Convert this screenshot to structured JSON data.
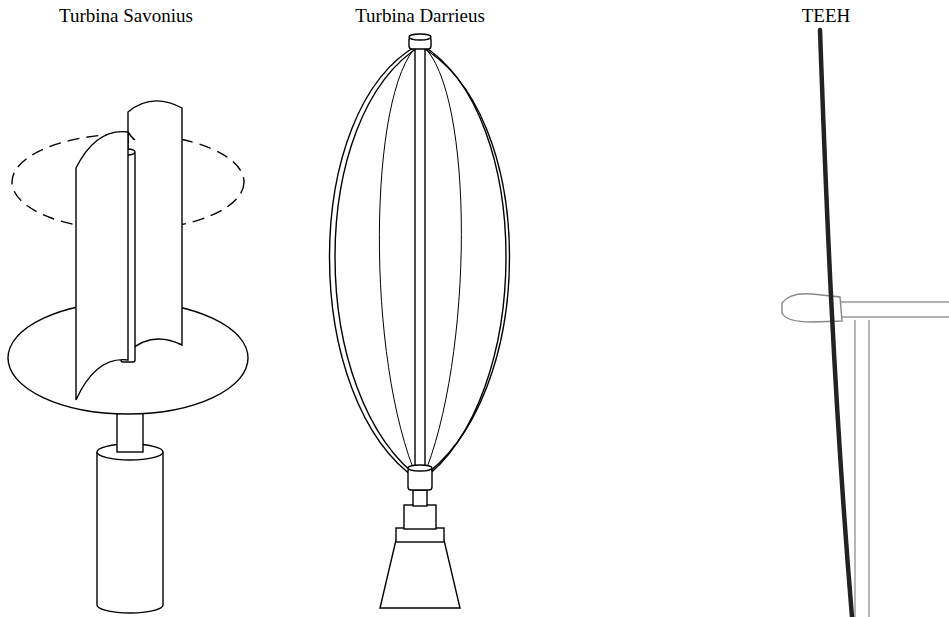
{
  "diagram": {
    "labels": [
      "Turbina Savonius",
      "Turbina Darrieus",
      "TEEH"
    ]
  }
}
